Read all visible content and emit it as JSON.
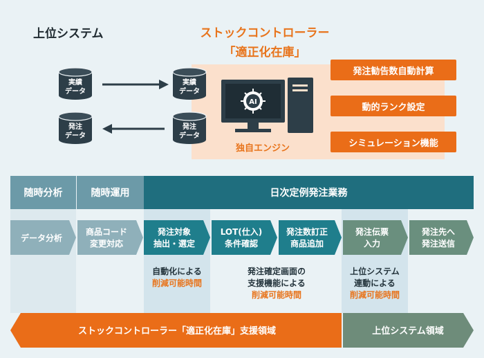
{
  "header": {
    "left_title": "上位システム",
    "right_title_line1": "ストックコントローラー",
    "right_title_line2": "「適正化在庫」"
  },
  "databases": {
    "left_top": [
      "実績",
      "データ"
    ],
    "left_bottom": [
      "発注",
      "データ"
    ],
    "right_top": [
      "実績",
      "データ"
    ],
    "right_bottom": [
      "発注",
      "データ"
    ]
  },
  "engine": {
    "label": "独自エンジン",
    "chip": "AI"
  },
  "features": [
    "発注勧告数自動計算",
    "動的ランク設定",
    "シミュレーション機能"
  ],
  "phases": [
    "随時分析",
    "随時運用",
    "日次定例発注業務"
  ],
  "steps": [
    [
      "データ分析"
    ],
    [
      "商品コード",
      "変更対応"
    ],
    [
      "発注対象",
      "抽出・選定"
    ],
    [
      "LOT(仕入)",
      "条件確認"
    ],
    [
      "発注数訂正",
      "商品追加"
    ],
    [
      "発注伝票",
      "入力"
    ],
    [
      "発注先へ",
      "発注送信"
    ]
  ],
  "notes": {
    "n1": {
      "text": "自動化による",
      "highlight": "削減可能時間"
    },
    "n2": {
      "text1": "発注確定画面の",
      "text2": "支援機能による",
      "highlight": "削減可能時間"
    },
    "n3": {
      "text1": "上位システム",
      "text2": "連動による",
      "highlight": "削減可能時間"
    }
  },
  "domains": {
    "stock_controller": "ストックコントローラー「適正化在庫」支援領域",
    "upper_system": "上位システム領域"
  },
  "colors": {
    "orange": "#ea6d18",
    "teal_dark": "#1f6e7e",
    "teal_step": "#1f7e8c",
    "grey_phase": "#6c9aa8",
    "grey_step": "#8fb0ba",
    "green_step": "#6a8f7e",
    "green_domain": "#6e8c7a"
  }
}
